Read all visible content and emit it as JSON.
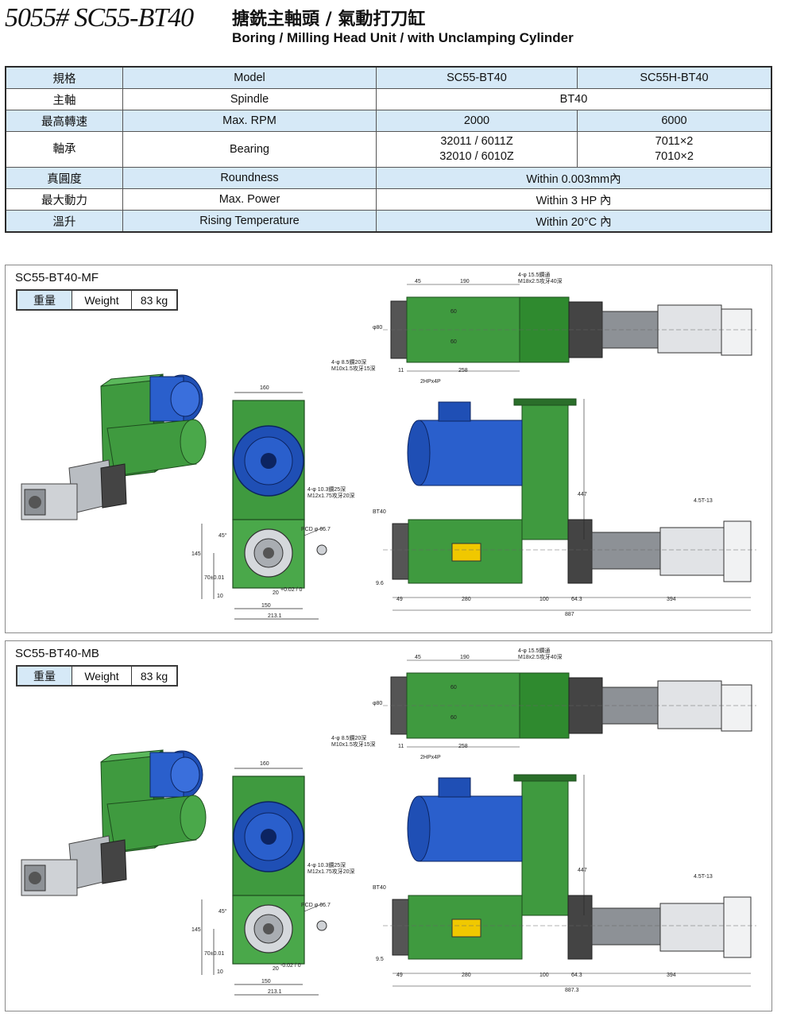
{
  "header": {
    "model_code": "5055# SC55-BT40",
    "title_zh": "搪銑主軸頭 / 氣動打刀缸",
    "title_en": "Boring / Milling Head Unit / with Unclamping Cylinder"
  },
  "spec_table": {
    "rows": [
      {
        "zh": "規格",
        "en": "Model",
        "v1": "SC55-BT40",
        "v2": "SC55H-BT40"
      },
      {
        "zh": "主軸",
        "en": "Spindle",
        "merged": "BT40"
      },
      {
        "zh": "最高轉速",
        "en": "Max. RPM",
        "v1": "2000",
        "v2": "6000"
      },
      {
        "zh": "軸承",
        "en": "Bearing",
        "v1a": "32011 / 6011Z",
        "v1b": "32010 / 6010Z",
        "v2a": "7011×2",
        "v2b": "7010×2"
      },
      {
        "zh": "真圓度",
        "en": "Roundness",
        "merged": "Within 0.003mm內"
      },
      {
        "zh": "最大動力",
        "en": "Max. Power",
        "merged": "Within 3 HP 內"
      },
      {
        "zh": "溫升",
        "en": "Rising Temperature",
        "merged": "Within 20°C 內"
      }
    ]
  },
  "panels": [
    {
      "name": "SC55-BT40-MF",
      "weight_zh": "重量",
      "weight_en": "Weight",
      "weight_value": "83 kg",
      "dims": {
        "top_45": "45",
        "top_190": "190",
        "top_holes": "4-φ 15.5鑽通",
        "top_holes2": "M18x2.5攻牙40深",
        "phi80": "φ80",
        "d60a": "60",
        "d60b": "60",
        "side_holes": "4-φ 8.5鑽20深",
        "side_holes2": "M10x1.5攻牙15深",
        "d11": "11",
        "d258": "258",
        "motor": "2HPx4P",
        "f160": "160",
        "f_holes": "4-φ 10.3鑽25深",
        "f_holes2": "M12x1.75攻牙20深",
        "pcd": "PCD φ 66.7",
        "f45": "45°",
        "f145": "145",
        "f70": "70±0.01",
        "f10": "10",
        "f20": "20",
        "f20tol": "+0.02 / 0",
        "f150": "150",
        "f213": "213.1",
        "bt40": "BT40",
        "s447": "447",
        "s45t": "4.5T-13",
        "s96": "9.6",
        "s49": "49",
        "s280": "280",
        "s100": "100",
        "s643": "64.3",
        "s394": "394",
        "s887": "887"
      }
    },
    {
      "name": "SC55-BT40-MB",
      "weight_zh": "重量",
      "weight_en": "Weight",
      "weight_value": "83 kg",
      "dims": {
        "top_45": "45",
        "top_190": "190",
        "top_holes": "4-φ 15.5鑽通",
        "top_holes2": "M18x2.5攻牙40深",
        "phi80": "φ80",
        "d60a": "60",
        "d60b": "60",
        "side_holes": "4-φ 8.5鑽20深",
        "side_holes2": "M10x1.5攻牙15深",
        "d11": "11",
        "d258": "258",
        "motor": "2HPx4P",
        "f160": "160",
        "f_holes": "4-φ 10.3鑽25深",
        "f_holes2": "M12x1.75攻牙20深",
        "pcd": "PCD φ 66.7",
        "f45": "45°",
        "f145": "145",
        "f70": "70±0.01",
        "f10": "10",
        "f20": "20",
        "f20tol": "-0.02 / 0",
        "f150": "150",
        "f213": "213.1",
        "bt40": "BT40",
        "s447": "447",
        "s45t": "4.5T-13",
        "s96": "9.5",
        "s49": "49",
        "s280": "280",
        "s100": "100",
        "s643": "64.3",
        "s394": "394",
        "s887": "887.3"
      }
    }
  ],
  "colors": {
    "green": "#3f9a3f",
    "green_dark": "#2a6e2a",
    "motor_blue": "#1f4fb5",
    "steel": "#c9ccd0",
    "header_blue": "#d6e9f7"
  }
}
